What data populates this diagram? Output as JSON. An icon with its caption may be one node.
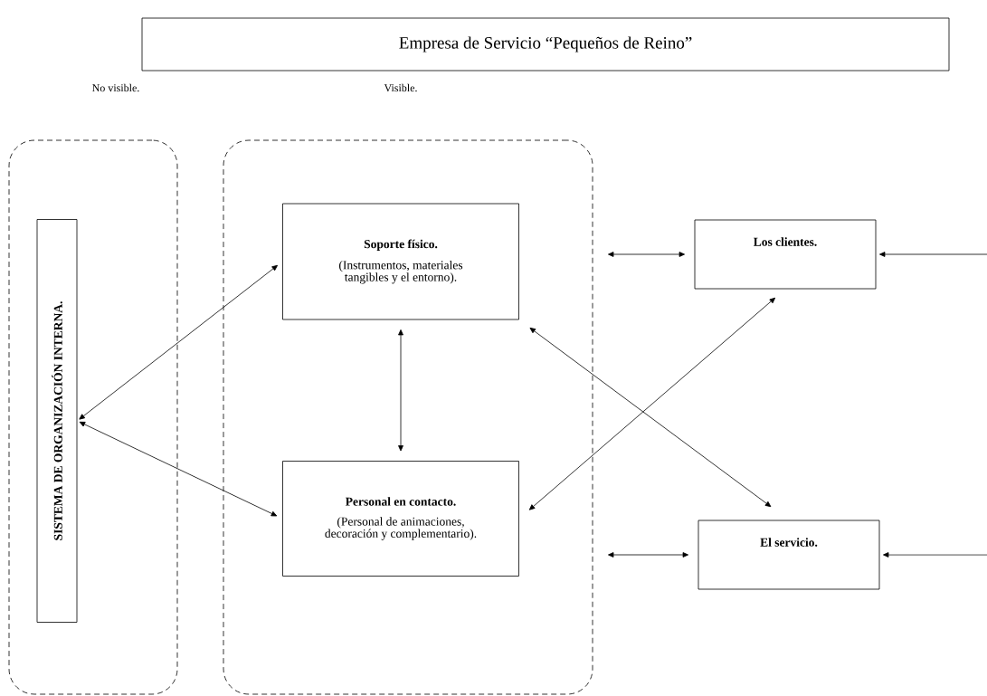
{
  "diagram": {
    "nodes": [
      {
        "text": [
          "Empresa de Servicio “Pequeños de Reino”"
        ]
      },
      {
        "text": [],
        "shape": "box"
      },
      {
        "text": [
          "SISTEMA DE ORGANIZACIÓN INTERNA."
        ],
        "in": 1
      },
      {
        "text": [],
        "shape": "box"
      },
      {
        "text": [
          "Soporte físico.",
          "(Instrumentos, materiales tangibles y el entorno)."
        ],
        "in": 3
      },
      {
        "text": [
          "Personal en contacto.",
          "(Personal de animaciones, decoración y complementario)."
        ],
        "in": 3
      },
      {
        "text": [
          "Los clientes."
        ]
      },
      {
        "text": [
          "El servicio."
        ]
      }
    ],
    "edges": [
      {
        "from": 2,
        "to": 4,
        "arrow": "both"
      },
      {
        "from": 2,
        "to": 5,
        "arrow": "both"
      },
      {
        "from": 4,
        "to": 5,
        "arrow": "both"
      },
      {
        "from": 4,
        "to": 7,
        "arrow": "both"
      },
      {
        "from": 5,
        "to": 6,
        "arrow": "both"
      },
      {
        "from": 3,
        "to": 6,
        "arrow": "both"
      },
      {
        "from": 3,
        "to": 7,
        "arrow": "both"
      },
      {
        "from": null,
        "to": 6,
        "arrow": "to"
      },
      {
        "from": null,
        "to": 7,
        "arrow": "to"
      }
    ],
    "labels": [
      "No visible.",
      "Visible."
    ]
  }
}
